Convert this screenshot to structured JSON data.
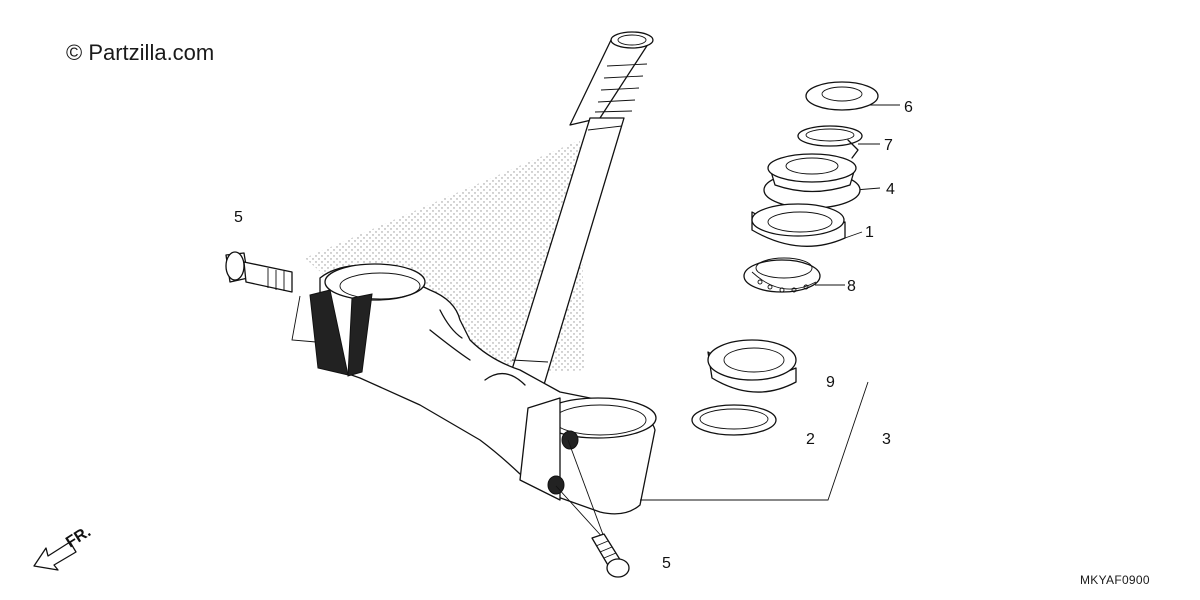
{
  "watermark": "© Partzilla.com",
  "diagram_code": "MKYAF0900",
  "direction_label": "FR.",
  "callouts": {
    "c1": "1",
    "c2": "2",
    "c3": "3",
    "c4": "4",
    "c5a": "5",
    "c5b": "5",
    "c6": "6",
    "c7": "7",
    "c8": "8",
    "c9": "9"
  }
}
